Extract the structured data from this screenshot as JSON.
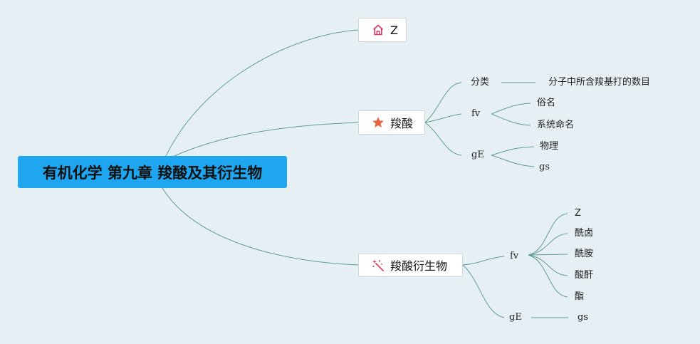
{
  "root": {
    "title": "有机化学 第九章 羧酸及其衍生物"
  },
  "branches": {
    "b1": {
      "label": "Z",
      "icon": "home-icon"
    },
    "b2": {
      "label": "羧酸",
      "icon": "star-icon",
      "classification": {
        "label": "分类",
        "leaf": "分子中所含羧基打的数目"
      },
      "fv": {
        "label": "fv",
        "children": [
          "俗名",
          "系统命名"
        ]
      },
      "ge": {
        "label": "gE",
        "children": [
          "物理",
          "gs"
        ]
      }
    },
    "b3": {
      "label": "羧酸衍生物",
      "icon": "sparkle-wand-icon",
      "fv": {
        "label": "fv",
        "children": [
          "Z",
          "酰卤",
          "酰胺",
          "酸酐",
          "酯"
        ]
      },
      "ge": {
        "label": "gE",
        "leaf": "gs"
      }
    }
  },
  "colors": {
    "background": "#e6eff3",
    "root_fill": "#1ea7f0",
    "connector": "#5f9e8f",
    "home_icon": "#d9365e",
    "star_icon": "#e8603c",
    "wand_icon": "#e04060"
  }
}
